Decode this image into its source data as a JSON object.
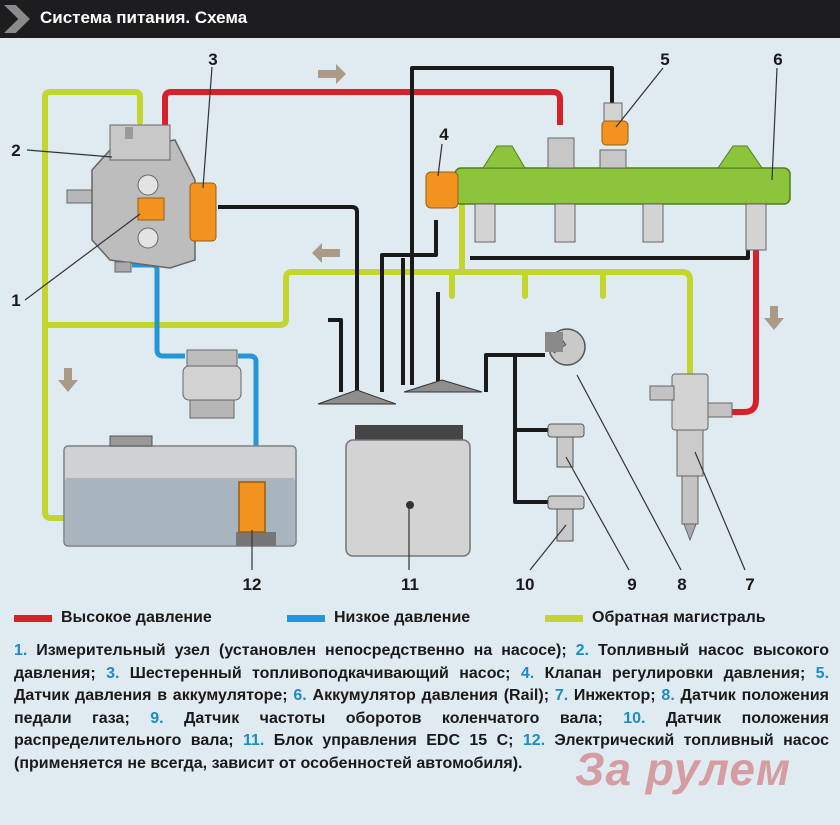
{
  "header": {
    "title": "Система питания. Схема"
  },
  "callouts": [
    "1",
    "2",
    "3",
    "4",
    "5",
    "6",
    "7",
    "8",
    "9",
    "10",
    "11",
    "12"
  ],
  "legend": {
    "high": {
      "label": "Высокое давление",
      "color": "#d8202a"
    },
    "low": {
      "label": "Низкое давление",
      "color": "#2596d6"
    },
    "return": {
      "label": "Обратная магистраль",
      "color": "#c3d630"
    }
  },
  "caption": [
    {
      "n": "1.",
      "t": " Измерительный узел (установлен непосредственно на насосе); "
    },
    {
      "n": "2.",
      "t": " Топливный насос высокого давления; "
    },
    {
      "n": "3.",
      "t": " Шестеренный топливоподкачивающий насос; "
    },
    {
      "n": "4.",
      "t": " Клапан регулировки давления; "
    },
    {
      "n": "5.",
      "t": " Датчик давления в аккумуляторе; "
    },
    {
      "n": "6.",
      "t": " Аккумулятор давления (Rail); "
    },
    {
      "n": "7.",
      "t": " Инжектор; "
    },
    {
      "n": "8.",
      "t": " Датчик положения педали газа; "
    },
    {
      "n": "9.",
      "t": " Датчик частоты оборотов коленчатого вала; "
    },
    {
      "n": "10.",
      "t": " Датчик положения распределительного вала; "
    },
    {
      "n": "11.",
      "t": " Блок управления EDC 15 C; "
    },
    {
      "n": "12.",
      "t": " Электрический топливный насос (применяется не всегда, зависит от особенностей автомобиля)."
    }
  ],
  "watermark": "За рулем"
}
